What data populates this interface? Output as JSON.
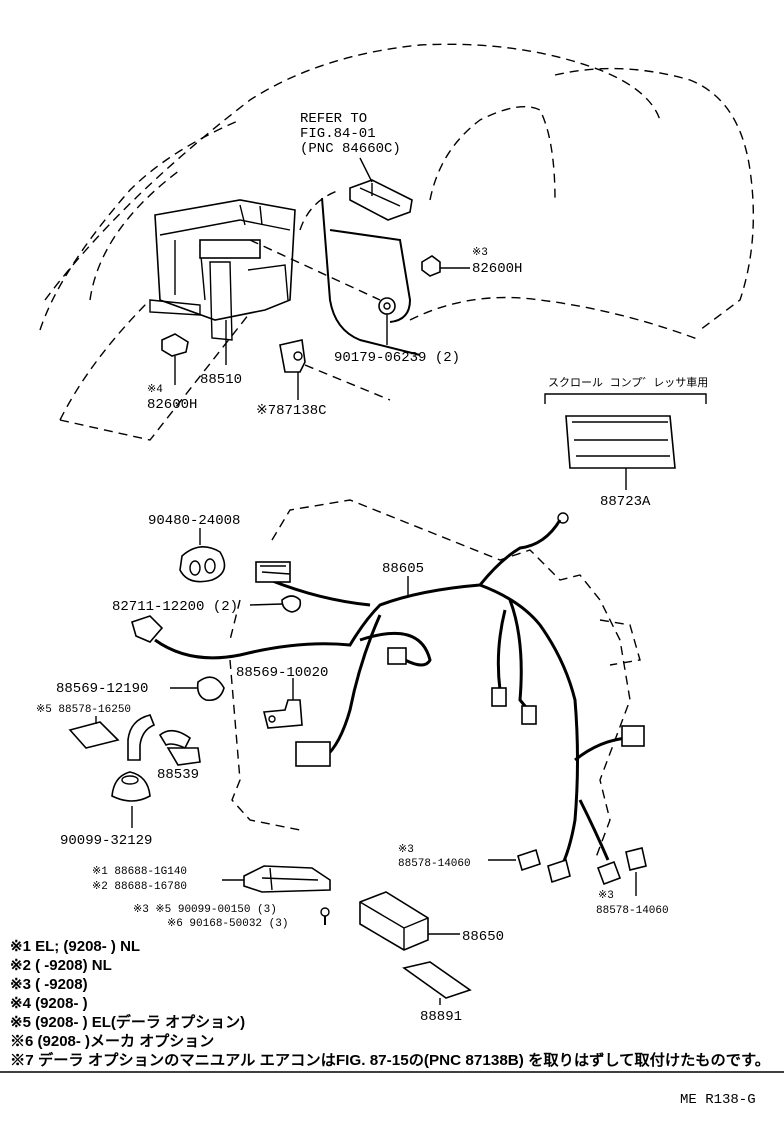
{
  "top": {
    "refer_line1": "REFER TO",
    "refer_line2": "FIG.84-01",
    "refer_line3": "(PNC 84660C)",
    "label_82600H_a_mark": "※3",
    "label_82600H_a": "82600H",
    "label_90179": "90179-06239 (2)",
    "label_88510": "88510",
    "label_82600H_b_mark": "※4",
    "label_82600H_b": "82600H",
    "label_87138C": "※787138C",
    "scroll_title": "スクロール コンプ゛レッサ車用",
    "label_88723A": "88723A"
  },
  "bottom": {
    "label_90480": "90480-24008",
    "label_88605": "88605",
    "label_82711": "82711-12200 (2)",
    "label_88569_12190": "88569-12190",
    "label_88569_10020": "88569-10020",
    "label_88578_16250": "※5 88578-16250",
    "label_88539": "88539",
    "label_90099_32129": "90099-32129",
    "label_88578_14060_a_mark": "※3",
    "label_88578_14060_a": "88578-14060",
    "label_88578_14060_b_mark": "※3",
    "label_88578_14060_b": "88578-14060",
    "label_88688_1": "※1 88688-1G140",
    "label_88688_2": "※2 88688-16780",
    "label_90099_00150": "※3 ※5 90099-00150 (3)",
    "label_90168": "※6 90168-50032 (3)",
    "label_88650": "88650",
    "label_88891": "88891"
  },
  "notes": [
    "※1 EL; (9208-      ) NL",
    "※2 (      -9208) NL",
    "※3 (      -9208)",
    "※4 (9208-      )",
    "※5 (9208-      ) EL(デーラ オプション)",
    "※6 (9208-      )メーカ オプション",
    "※7 デーラ オプションのマニユアル エアコンはFIG. 87-15の(PNC 87138B) を取りはずして取付けたものです。"
  ],
  "footer_code": "ME R138-G"
}
